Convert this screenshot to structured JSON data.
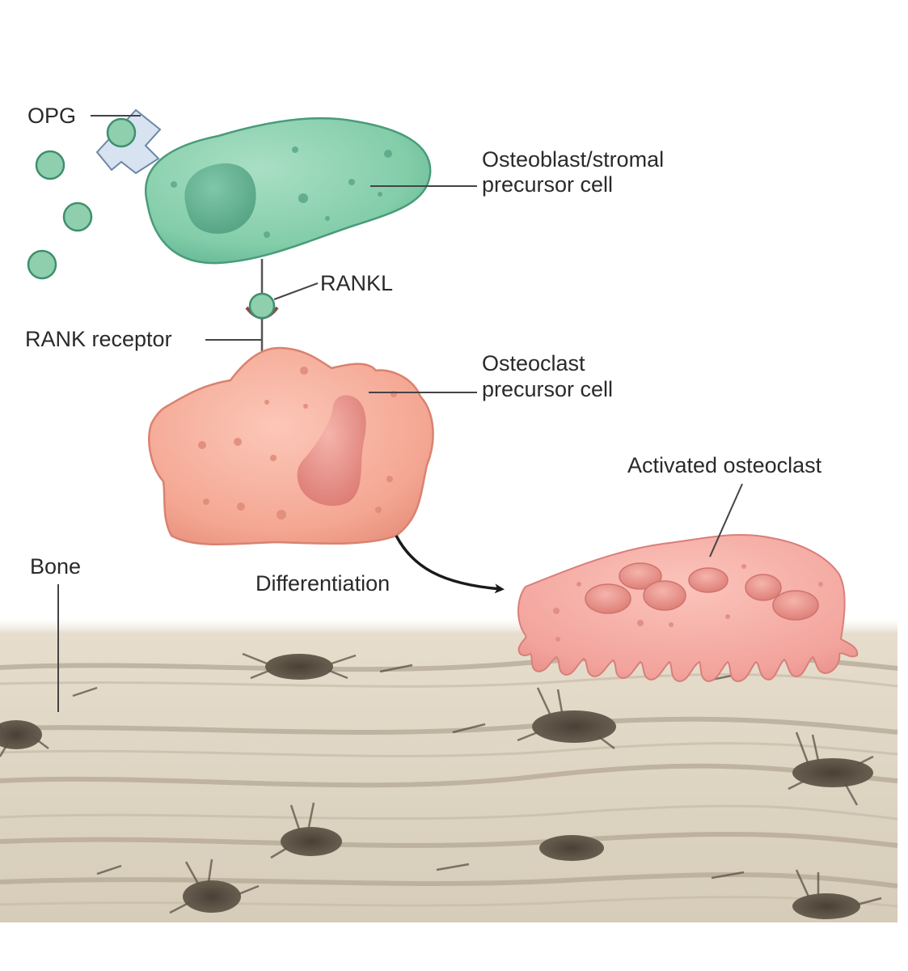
{
  "labels": {
    "opg": "OPG",
    "osteoblast_line1": "Osteoblast/stromal",
    "osteoblast_line2": "precursor cell",
    "rankl": "RANKL",
    "rank_receptor": "RANK receptor",
    "osteoclast_precursor_line1": "Osteoclast",
    "osteoclast_precursor_line2": "precursor cell",
    "activated_osteoclast": "Activated osteoclast",
    "bone": "Bone",
    "differentiation": "Differentiation"
  },
  "colors": {
    "osteoblast_fill": "#86cfae",
    "osteoblast_nucleus": "#5fae8f",
    "opg_circle": "#8fcfae",
    "osteoclast_fill": "#f3a592",
    "osteoclast_nucleus": "#e88b80",
    "bone_fill": "#ddd3c1",
    "osteocyte_fill": "#5b5145",
    "leader_line": "#444444",
    "arrow": "#1a1a1a"
  }
}
